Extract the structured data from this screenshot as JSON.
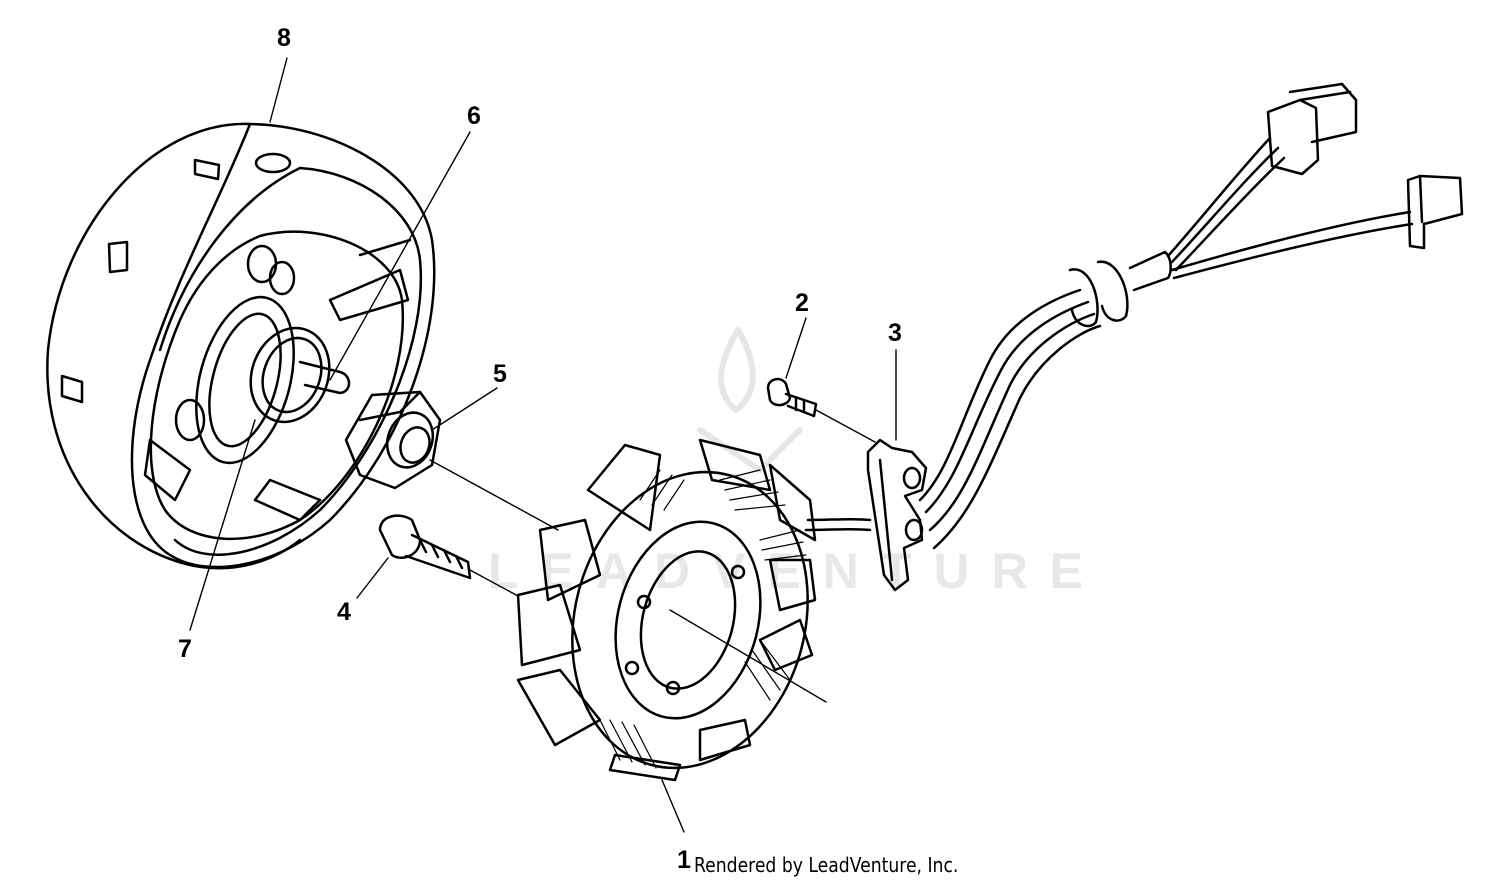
{
  "callouts": {
    "c1": "1",
    "c2": "2",
    "c3": "3",
    "c4": "4",
    "c5": "5",
    "c6": "6",
    "c7": "7",
    "c8": "8"
  },
  "credit": "Rendered by LeadVenture, Inc.",
  "watermark": "LEADVENTURE",
  "colors": {
    "ink": "#000000",
    "watermark": "#e8e8e8"
  }
}
